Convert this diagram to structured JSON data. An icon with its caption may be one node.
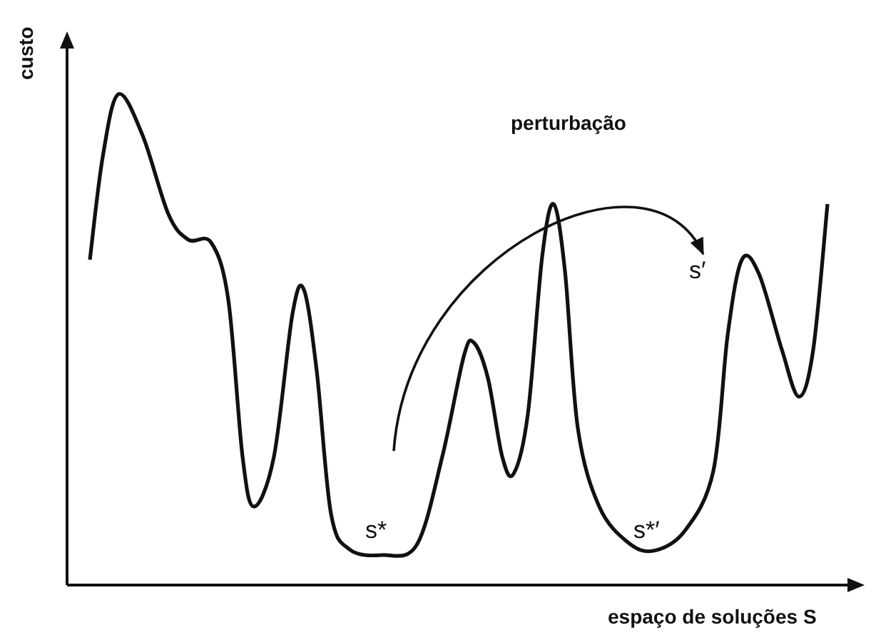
{
  "diagram": {
    "nodes": [
      {
        "text": [
          "s*"
        ]
      },
      {
        "text": [
          "s′"
        ]
      },
      {
        "text": [
          "s*′"
        ]
      }
    ],
    "edges": [
      {
        "from": null,
        "to": 1,
        "arrow": "to",
        "label": "perturbação"
      }
    ],
    "labels": [
      "custo",
      "espaço de soluções S"
    ]
  }
}
